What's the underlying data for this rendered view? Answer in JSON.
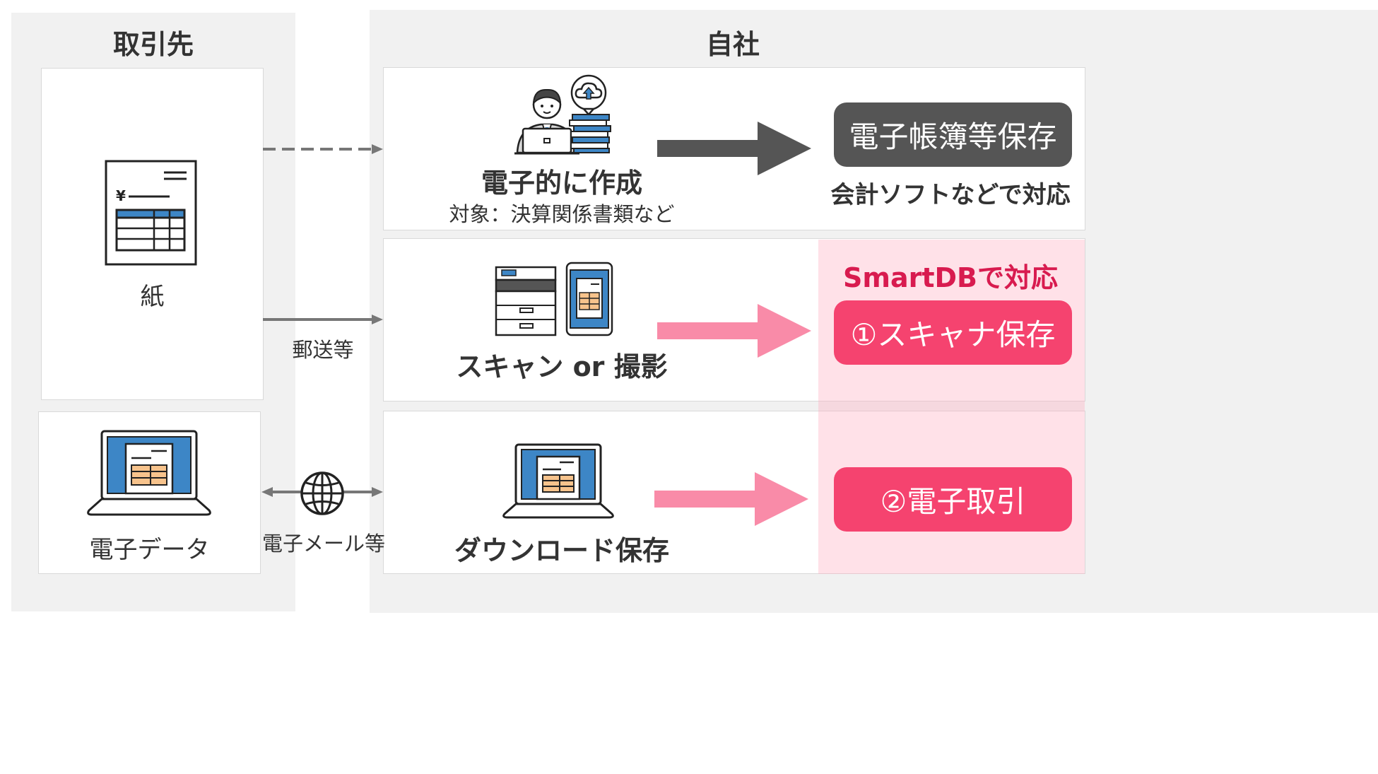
{
  "left_panel": {
    "title": "取引先"
  },
  "right_panel": {
    "title": "自社"
  },
  "paper_box": {
    "label": "紙",
    "yen": "¥"
  },
  "edata_box": {
    "label": "電子データ"
  },
  "connectors": {
    "mail_label": "郵送等",
    "email_label": "電子メール等"
  },
  "row1": {
    "title": "電子的に作成",
    "subtitle": "対象：決算関係書類など",
    "result_button": "電子帳簿等保存",
    "result_caption": "会計ソフトなどで対応"
  },
  "row2": {
    "title": "スキャン or 撮影",
    "smartdb_title": "SmartDBで対応",
    "result_button": "①スキャナ保存"
  },
  "row3": {
    "title": "ダウンロード保存",
    "result_button": "②電子取引"
  },
  "colors": {
    "panel_bg": "#f1f1f1",
    "dark_button": "#555555",
    "pink_button": "#f5436f",
    "pink_arrow": "#f98ba8",
    "smartdb_text": "#d81b4f",
    "screen_blue": "#3d86c6"
  }
}
